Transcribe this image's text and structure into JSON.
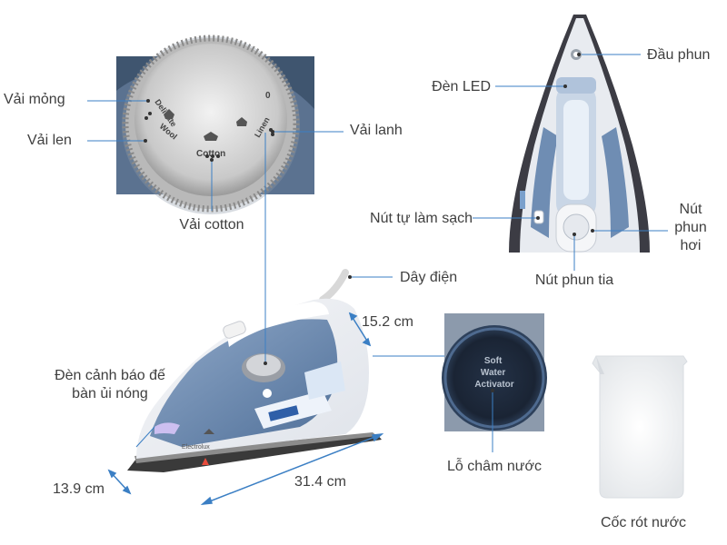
{
  "labels": {
    "dial_delicate": "Vải mỏng",
    "dial_wool": "Vải len",
    "dial_linen": "Vải lanh",
    "dial_cotton": "Vải cotton",
    "nozzle": "Đầu phun",
    "led_light": "Đèn LED",
    "self_clean_button": "Nút tự làm sạch",
    "steam_button": "Nút phun hơi",
    "spray_button": "Nút phun tia",
    "power_cord": "Dây điện",
    "warning_light": "Đèn cảnh báo đế bàn ủi nóng",
    "water_inlet": "Lỗ châm nước",
    "water_cup": "Cốc rót nước"
  },
  "dimensions": {
    "height": "15.2 cm",
    "length": "31.4 cm",
    "width": "13.9 cm"
  },
  "dial_text": {
    "delicate": "Delicate",
    "wool": "Wool",
    "cotton": "Cotton",
    "linen": "Linen",
    "zero": "0"
  },
  "product_text": {
    "brand": "Electrolux",
    "activator": "Soft Water Activator"
  },
  "colors": {
    "iron_blue": "#5f7fa6",
    "line_blue": "#3b7fc4",
    "dial_bg": "#5b7290",
    "dark_bg": "#2e3e52"
  }
}
